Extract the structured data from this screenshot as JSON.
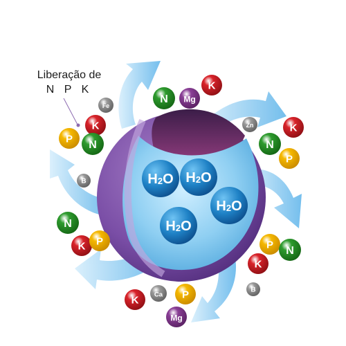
{
  "caption": {
    "line1": "Liberação de",
    "line2": "N P K"
  },
  "water_molecules": [
    {
      "label": "H2O",
      "text": "H",
      "sub": "2",
      "tail": "O"
    },
    {
      "label": "H2O",
      "text": "H",
      "sub": "2",
      "tail": "O"
    },
    {
      "label": "H2O",
      "text": "H",
      "sub": "2",
      "tail": "O"
    },
    {
      "label": "H2O",
      "text": "H",
      "sub": "2",
      "tail": "O"
    }
  ],
  "nutrient_types": {
    "N": {
      "label": "N",
      "color": "#2e9b2e",
      "dark": "#146614"
    },
    "K": {
      "label": "K",
      "color": "#d9232a",
      "dark": "#8e0f14"
    },
    "P": {
      "label": "P",
      "color": "#f5b800",
      "dark": "#c98a00"
    },
    "Mg": {
      "label": "Mg",
      "color": "#8a3f96",
      "dark": "#5a2163"
    },
    "Fe": {
      "label": "Fe",
      "color": "#9a9a9a",
      "dark": "#606060"
    },
    "Zn": {
      "label": "Zn",
      "color": "#9a9a9a",
      "dark": "#606060"
    },
    "B": {
      "label": "B",
      "color": "#9a9a9a",
      "dark": "#606060"
    },
    "Ca": {
      "label": "Ca",
      "color": "#9a9a9a",
      "dark": "#606060"
    }
  },
  "nutrient_balls": [
    "N",
    "Mg",
    "K",
    "Fe",
    "K",
    "P",
    "N",
    "Zn",
    "K",
    "N",
    "P",
    "B",
    "N",
    "K",
    "P",
    "P",
    "N",
    "K",
    "B",
    "K",
    "Ca",
    "P",
    "Mg"
  ],
  "colors": {
    "granule_shell": "#6a3f96",
    "granule_core": "#86c7ee",
    "arrow": "#7fc4ee",
    "water": "#1f82c6"
  }
}
